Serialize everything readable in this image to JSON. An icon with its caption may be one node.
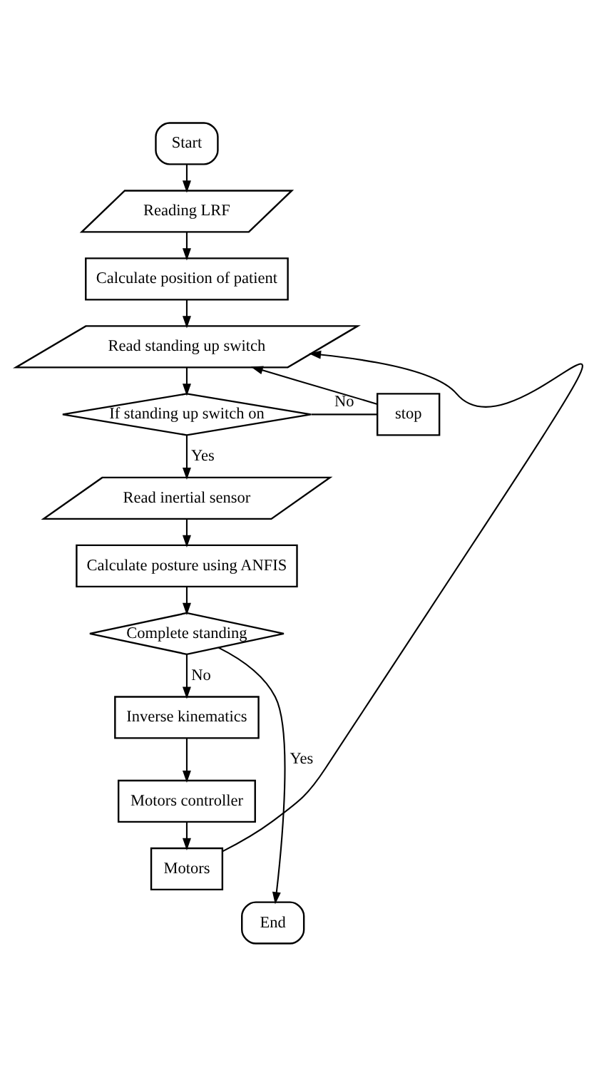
{
  "diagram": {
    "nodes": [
      {
        "text": [
          "Start"
        ]
      },
      {
        "text": [
          "Reading LRF"
        ]
      },
      {
        "text": [
          "Calculate position of patient"
        ]
      },
      {
        "text": [
          "Read standing up switch"
        ]
      },
      {
        "text": [
          "If standing up switch on"
        ]
      },
      {
        "text": [
          "stop"
        ]
      },
      {
        "text": [
          "Read inertial sensor"
        ]
      },
      {
        "text": [
          "Calculate posture using ANFIS"
        ]
      },
      {
        "text": [
          "Complete standing"
        ]
      },
      {
        "text": [
          "Inverse kinematics"
        ]
      },
      {
        "text": [
          "Motors controller"
        ]
      },
      {
        "text": [
          "Motors"
        ]
      },
      {
        "text": [
          "End"
        ]
      }
    ],
    "edges": [
      {
        "from": 0,
        "to": 1,
        "arrow": "to"
      },
      {
        "from": 1,
        "to": 2,
        "arrow": "to"
      },
      {
        "from": 2,
        "to": 3,
        "arrow": "to"
      },
      {
        "from": 3,
        "to": 4,
        "arrow": "to"
      },
      {
        "from": 4,
        "to": 5,
        "arrow": "none",
        "label": "No"
      },
      {
        "from": 5,
        "to": 3,
        "arrow": "to"
      },
      {
        "from": 4,
        "to": 6,
        "arrow": "to",
        "label": "Yes"
      },
      {
        "from": 6,
        "to": 7,
        "arrow": "to"
      },
      {
        "from": 7,
        "to": 8,
        "arrow": "to"
      },
      {
        "from": 8,
        "to": 12,
        "arrow": "to",
        "label": "Yes"
      },
      {
        "from": 8,
        "to": 9,
        "arrow": "to",
        "label": "No"
      },
      {
        "from": 9,
        "to": 10,
        "arrow": "to"
      },
      {
        "from": 10,
        "to": 11,
        "arrow": "to"
      },
      {
        "from": 11,
        "to": 3,
        "arrow": "to"
      }
    ]
  }
}
